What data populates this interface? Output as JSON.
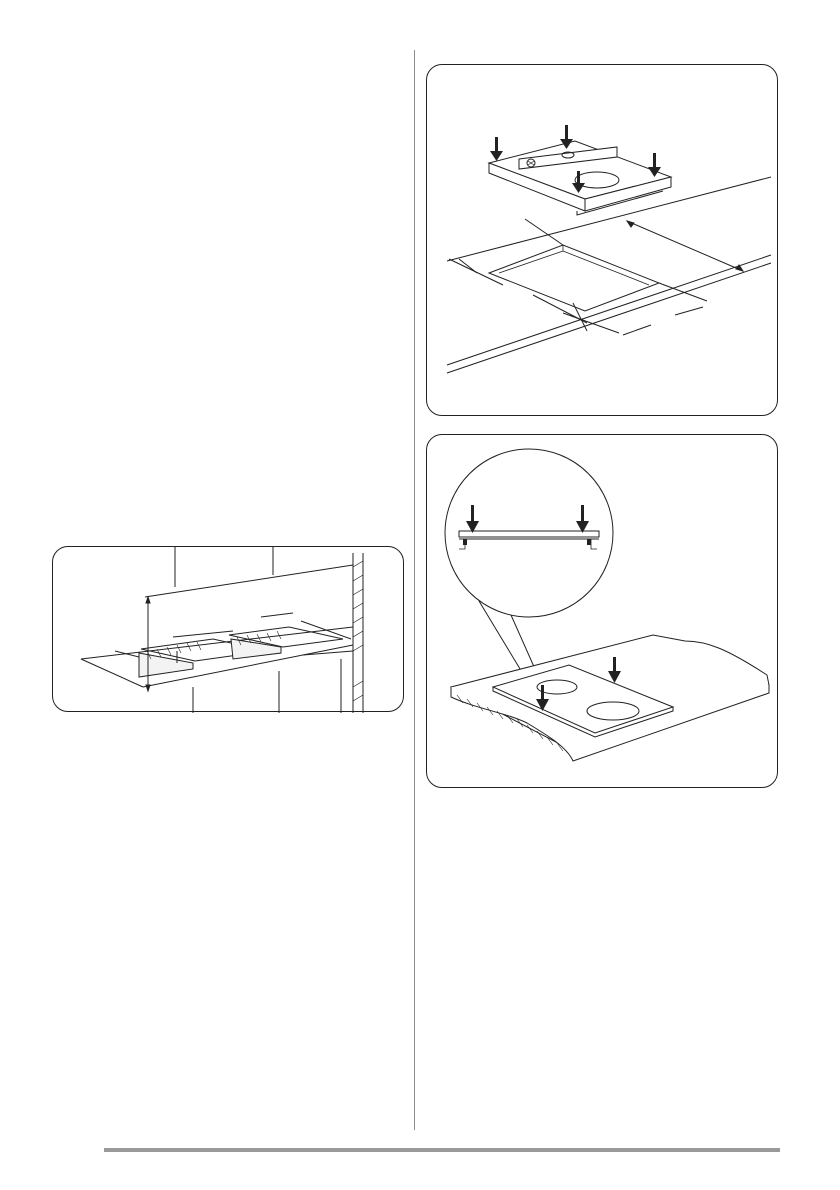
{
  "page": {
    "figures": [
      {
        "id": "figure-mounting-dimensions"
      },
      {
        "id": "figure-cutout-placement"
      },
      {
        "id": "figure-seal-detail"
      }
    ]
  }
}
